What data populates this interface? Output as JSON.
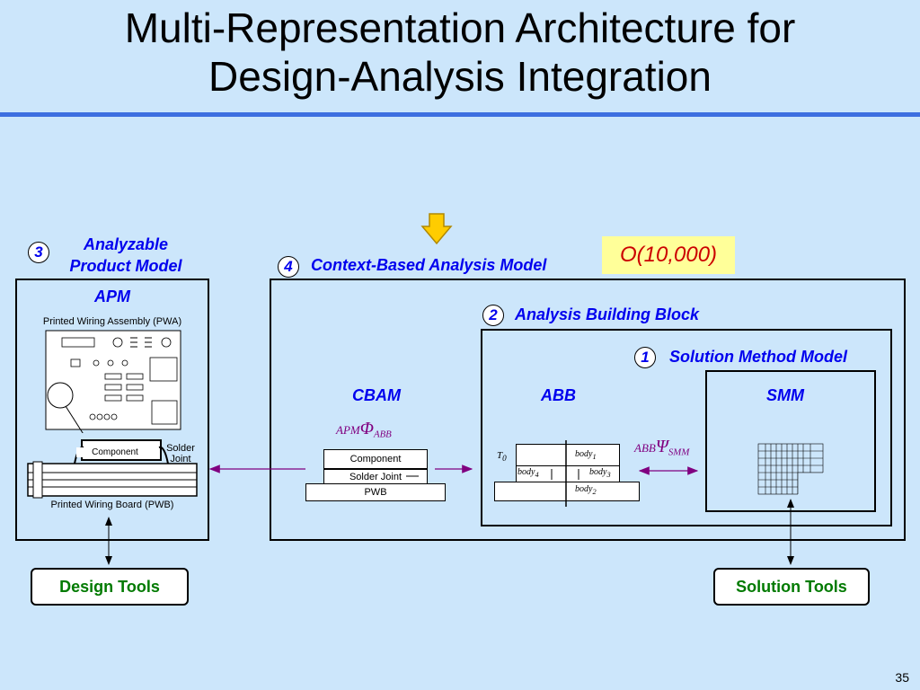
{
  "title_line1": "Multi-Representation Architecture for",
  "title_line2": "Design-Analysis Integration",
  "apm": {
    "num": "3",
    "label_line1": "Analyzable",
    "label_line2": "Product Model",
    "abbr": "APM",
    "pwa_label": "Printed Wiring Assembly (PWA)",
    "component_label": "Component",
    "solder_label_line1": "Solder",
    "solder_label_line2": "Joint",
    "pwb_label": "Printed Wiring Board (PWB)"
  },
  "cbam": {
    "num": "4",
    "label": "Context-Based Analysis Model",
    "abbr": "CBAM",
    "stack_component": "Component",
    "stack_solder": "Solder Joint",
    "stack_pwb": "PWB"
  },
  "complexity": "O(10,000)",
  "abb": {
    "num": "2",
    "label": "Analysis Building Block",
    "abbr": "ABB",
    "t0": "T",
    "t0_sub": "0",
    "body1": "body",
    "body1_sub": "1",
    "body2": "body",
    "body2_sub": "2",
    "body3": "body",
    "body3_sub": "3",
    "body4": "body",
    "body4_sub": "4"
  },
  "smm": {
    "num": "1",
    "label": "Solution Method Model",
    "abbr": "SMM"
  },
  "phi": {
    "pre": "APM",
    "sym": "Φ",
    "post": "ABB"
  },
  "psi": {
    "pre": "ABB",
    "sym": "Ψ",
    "post": "SMM"
  },
  "design_tools": "Design Tools",
  "solution_tools": "Solution Tools",
  "page_number": "35",
  "colors": {
    "background": "#cce6fb",
    "accent_blue": "#0000ee",
    "tool_green": "#007a00",
    "arrow_purple": "#800080",
    "highlight": "#ffff99",
    "rule": "#3d6fe0"
  }
}
